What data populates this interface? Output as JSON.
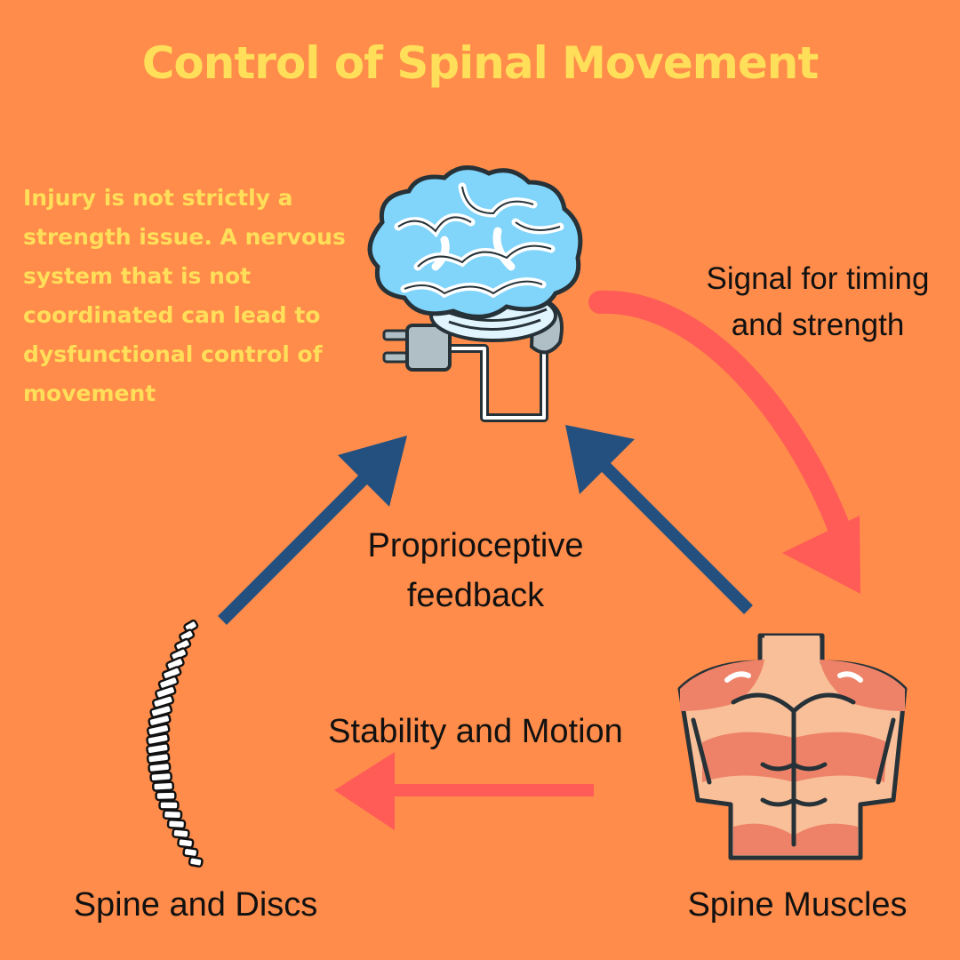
{
  "title": "Control of Spinal Movement",
  "intro": "Injury is not strictly a strength issue. A nervous system that is not coordinated can lead to dysfunctional control of movement",
  "labels": {
    "signal": "Signal for timing and strength",
    "proprioceptive": "Proprioceptive feedback",
    "stability": "Stability and Motion",
    "spine_discs": "Spine and Discs",
    "spine_muscles": "Spine Muscles"
  },
  "colors": {
    "background": "#FF8C4A",
    "title": "#FFDE59",
    "feedback_arrow": "#23507F",
    "output_arrow": "#FF5C57"
  },
  "icons": [
    "brain-icon",
    "spine-icon",
    "torso-muscles-icon"
  ]
}
